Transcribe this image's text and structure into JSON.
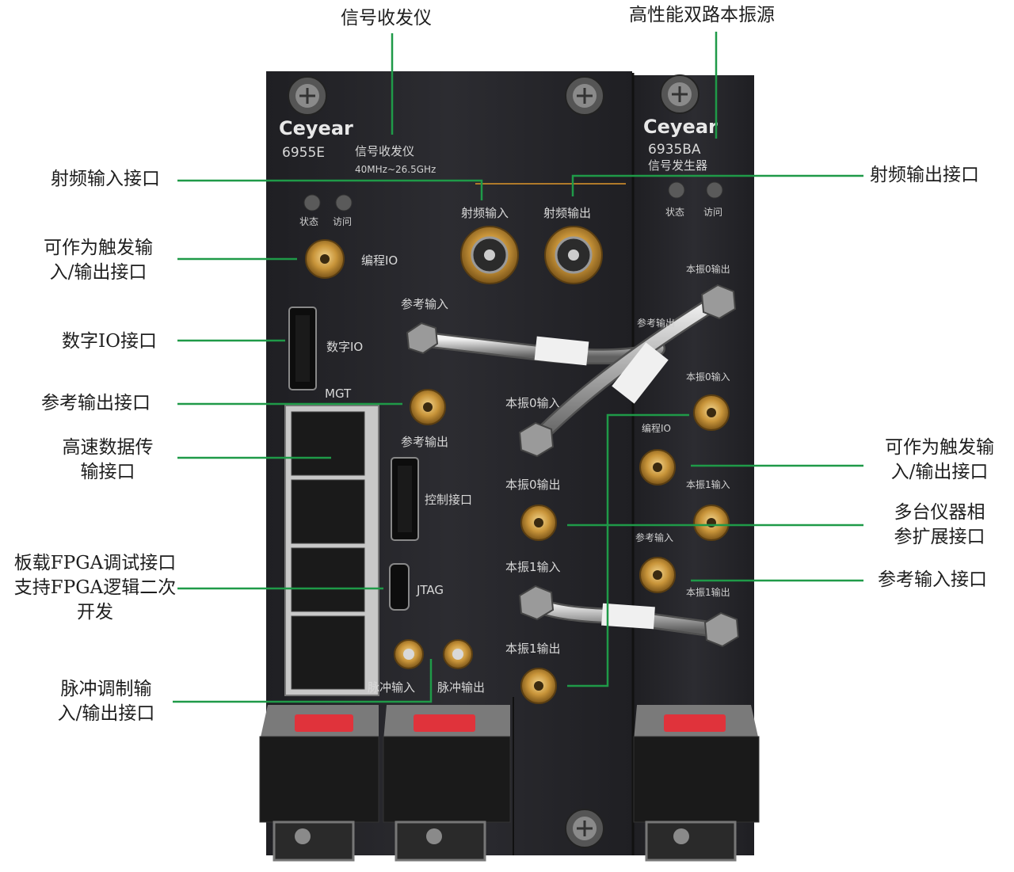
{
  "callouts": {
    "transceiver": "信号收发仪",
    "lo_source": "高性能双路本振源",
    "rf_in_port": "射频输入接口",
    "rf_out_port": "射频输出接口",
    "trigger_left_l1": "可作为触发输",
    "trigger_left_l2": "入/输出接口",
    "digital_io_port": "数字IO接口",
    "ref_out_port": "参考输出接口",
    "highspeed_l1": "高速数据传",
    "highspeed_l2": "输接口",
    "fpga_l1": "板载FPGA调试接口",
    "fpga_l2": "支持FPGA逻辑二次",
    "fpga_l3": "开发",
    "pulse_l1": "脉冲调制输",
    "pulse_l2": "入/输出接口",
    "trigger_right_l1": "可作为触发输",
    "trigger_right_l2": "入/输出接口",
    "multi_l1": "多台仪器相",
    "multi_l2": "参扩展接口",
    "ref_in_port": "参考输入接口"
  },
  "module_left": {
    "brand": "Ceyear",
    "model": "6955E",
    "name": "信号收发仪",
    "freq": "40MHz~26.5GHz",
    "status": "状态",
    "access": "访问",
    "rf_in": "射频输入",
    "rf_out": "射频输出",
    "prog_io": "编程IO",
    "ref_in": "参考输入",
    "digital_io": "数字IO",
    "mgt": "MGT",
    "ref_out": "参考输出",
    "lo0_in": "本振0输入",
    "control": "控制接口",
    "lo0_out": "本振0输出",
    "jtag": "JTAG",
    "lo1_in": "本振1输入",
    "lo1_out": "本振1输出",
    "pulse_in": "脉冲输入",
    "pulse_out": "脉冲输出"
  },
  "module_right": {
    "brand": "Ceyear",
    "model": "6935BA",
    "name": "信号发生器",
    "status": "状态",
    "access": "访问",
    "lo0_out": "本振0输出",
    "ref_out": "参考输出",
    "lo0_in": "本振0输入",
    "prog_io": "编程IO",
    "lo1_in": "本振1输入",
    "ref_in": "参考输入",
    "lo1_out": "本振1输出"
  },
  "colors": {
    "leader_line": "#1f9a48",
    "panel": "#26262a",
    "connector_gold": "#c9953a",
    "latch_red": "#e0333b"
  }
}
